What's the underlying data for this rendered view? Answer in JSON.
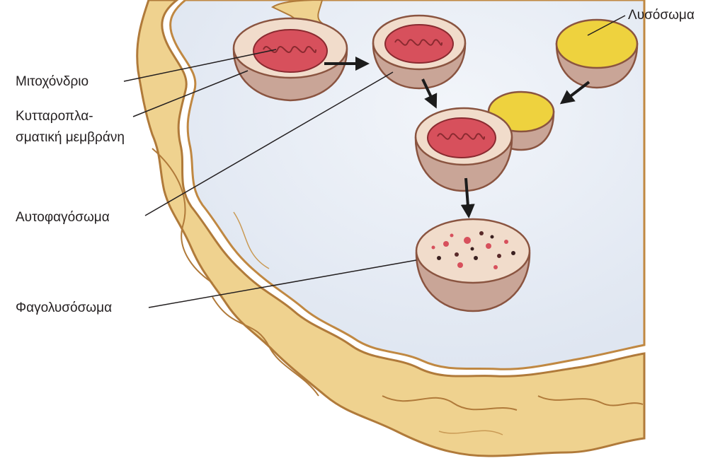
{
  "labels": {
    "mitochondrion": "Μιτοχόνδριο",
    "membrane_line1": "Κυτταροπλα-",
    "membrane_line2": "σματική μεμβράνη",
    "autophagosome": "Αυτοφαγόσωμα",
    "phagolysosome": "Φαγολυσόσωμα",
    "lysosome": "Λυσόσωμα"
  },
  "colors": {
    "cytoplasm": "#e6ecf5",
    "membrane_fill": "#efd28f",
    "membrane_stroke": "#b07a3a",
    "vesicle_wall": "#c9a597",
    "vesicle_rim": "#8a5440",
    "mitochondrion": "#d7505c",
    "lysosome": "#eed23e",
    "arrow": "#1c1c1c"
  },
  "icons": {
    "mitochondrion": "mitochondrion-icon",
    "lysosome": "lysosome-icon",
    "arrow": "arrow-icon"
  }
}
